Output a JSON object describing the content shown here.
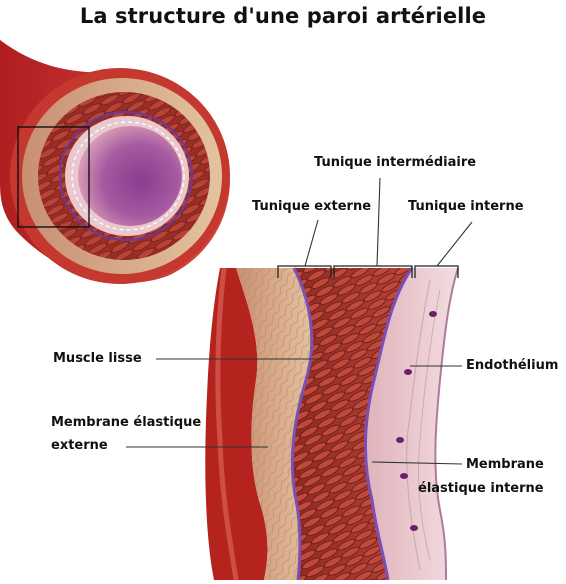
{
  "title": "La structure d'une paroi artérielle",
  "labels": {
    "tunique_intermediaire": "Tunique intermédiaire",
    "tunique_externe": "Tunique externe",
    "tunique_interne": "Tunique interne",
    "muscle_lisse": "Muscle lisse",
    "endothelium": "Endothélium",
    "membrane_elastique_externe_l1": "Membrane élastique",
    "membrane_elastique_externe_l2": "externe",
    "membrane_elastique_interne_l1": "Membrane",
    "membrane_elastique_interne_l2": "élastique interne"
  },
  "colors": {
    "adventitia": "#d9b48e",
    "media": "#a9352a",
    "intima": "#e8c6cc",
    "lumen": "#9b3f93",
    "elastic_lamina": "#7a4fb6"
  }
}
